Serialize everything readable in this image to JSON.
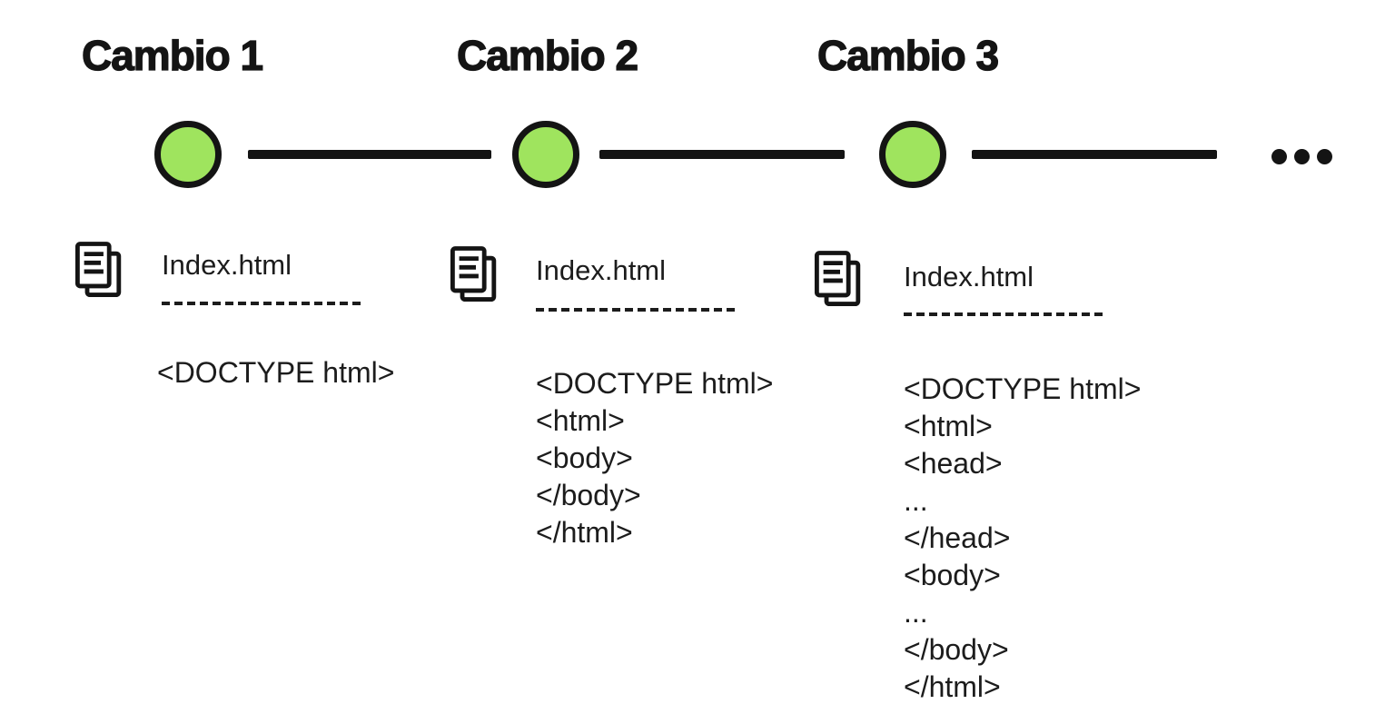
{
  "colors": {
    "node-fill": "#9fe45e",
    "stroke": "#141414",
    "text": "#1c1c1c",
    "bg": "#ffffff"
  },
  "timeline": {
    "node_count": 3,
    "ellipsis": "•••"
  },
  "columns": [
    {
      "title": "Cambio 1",
      "filename": "Index.html",
      "code_lines": [
        "<DOCTYPE html>"
      ]
    },
    {
      "title": "Cambio 2",
      "filename": "Index.html",
      "code_lines": [
        "<DOCTYPE html>",
        "<html>",
        "<body>",
        "</body>",
        "</html>"
      ]
    },
    {
      "title": "Cambio 3",
      "filename": "Index.html",
      "code_lines": [
        "<DOCTYPE html>",
        "<html>",
        "<head>",
        "...",
        "</head>",
        "<body>",
        "...",
        "</body>",
        "</html>"
      ]
    }
  ]
}
